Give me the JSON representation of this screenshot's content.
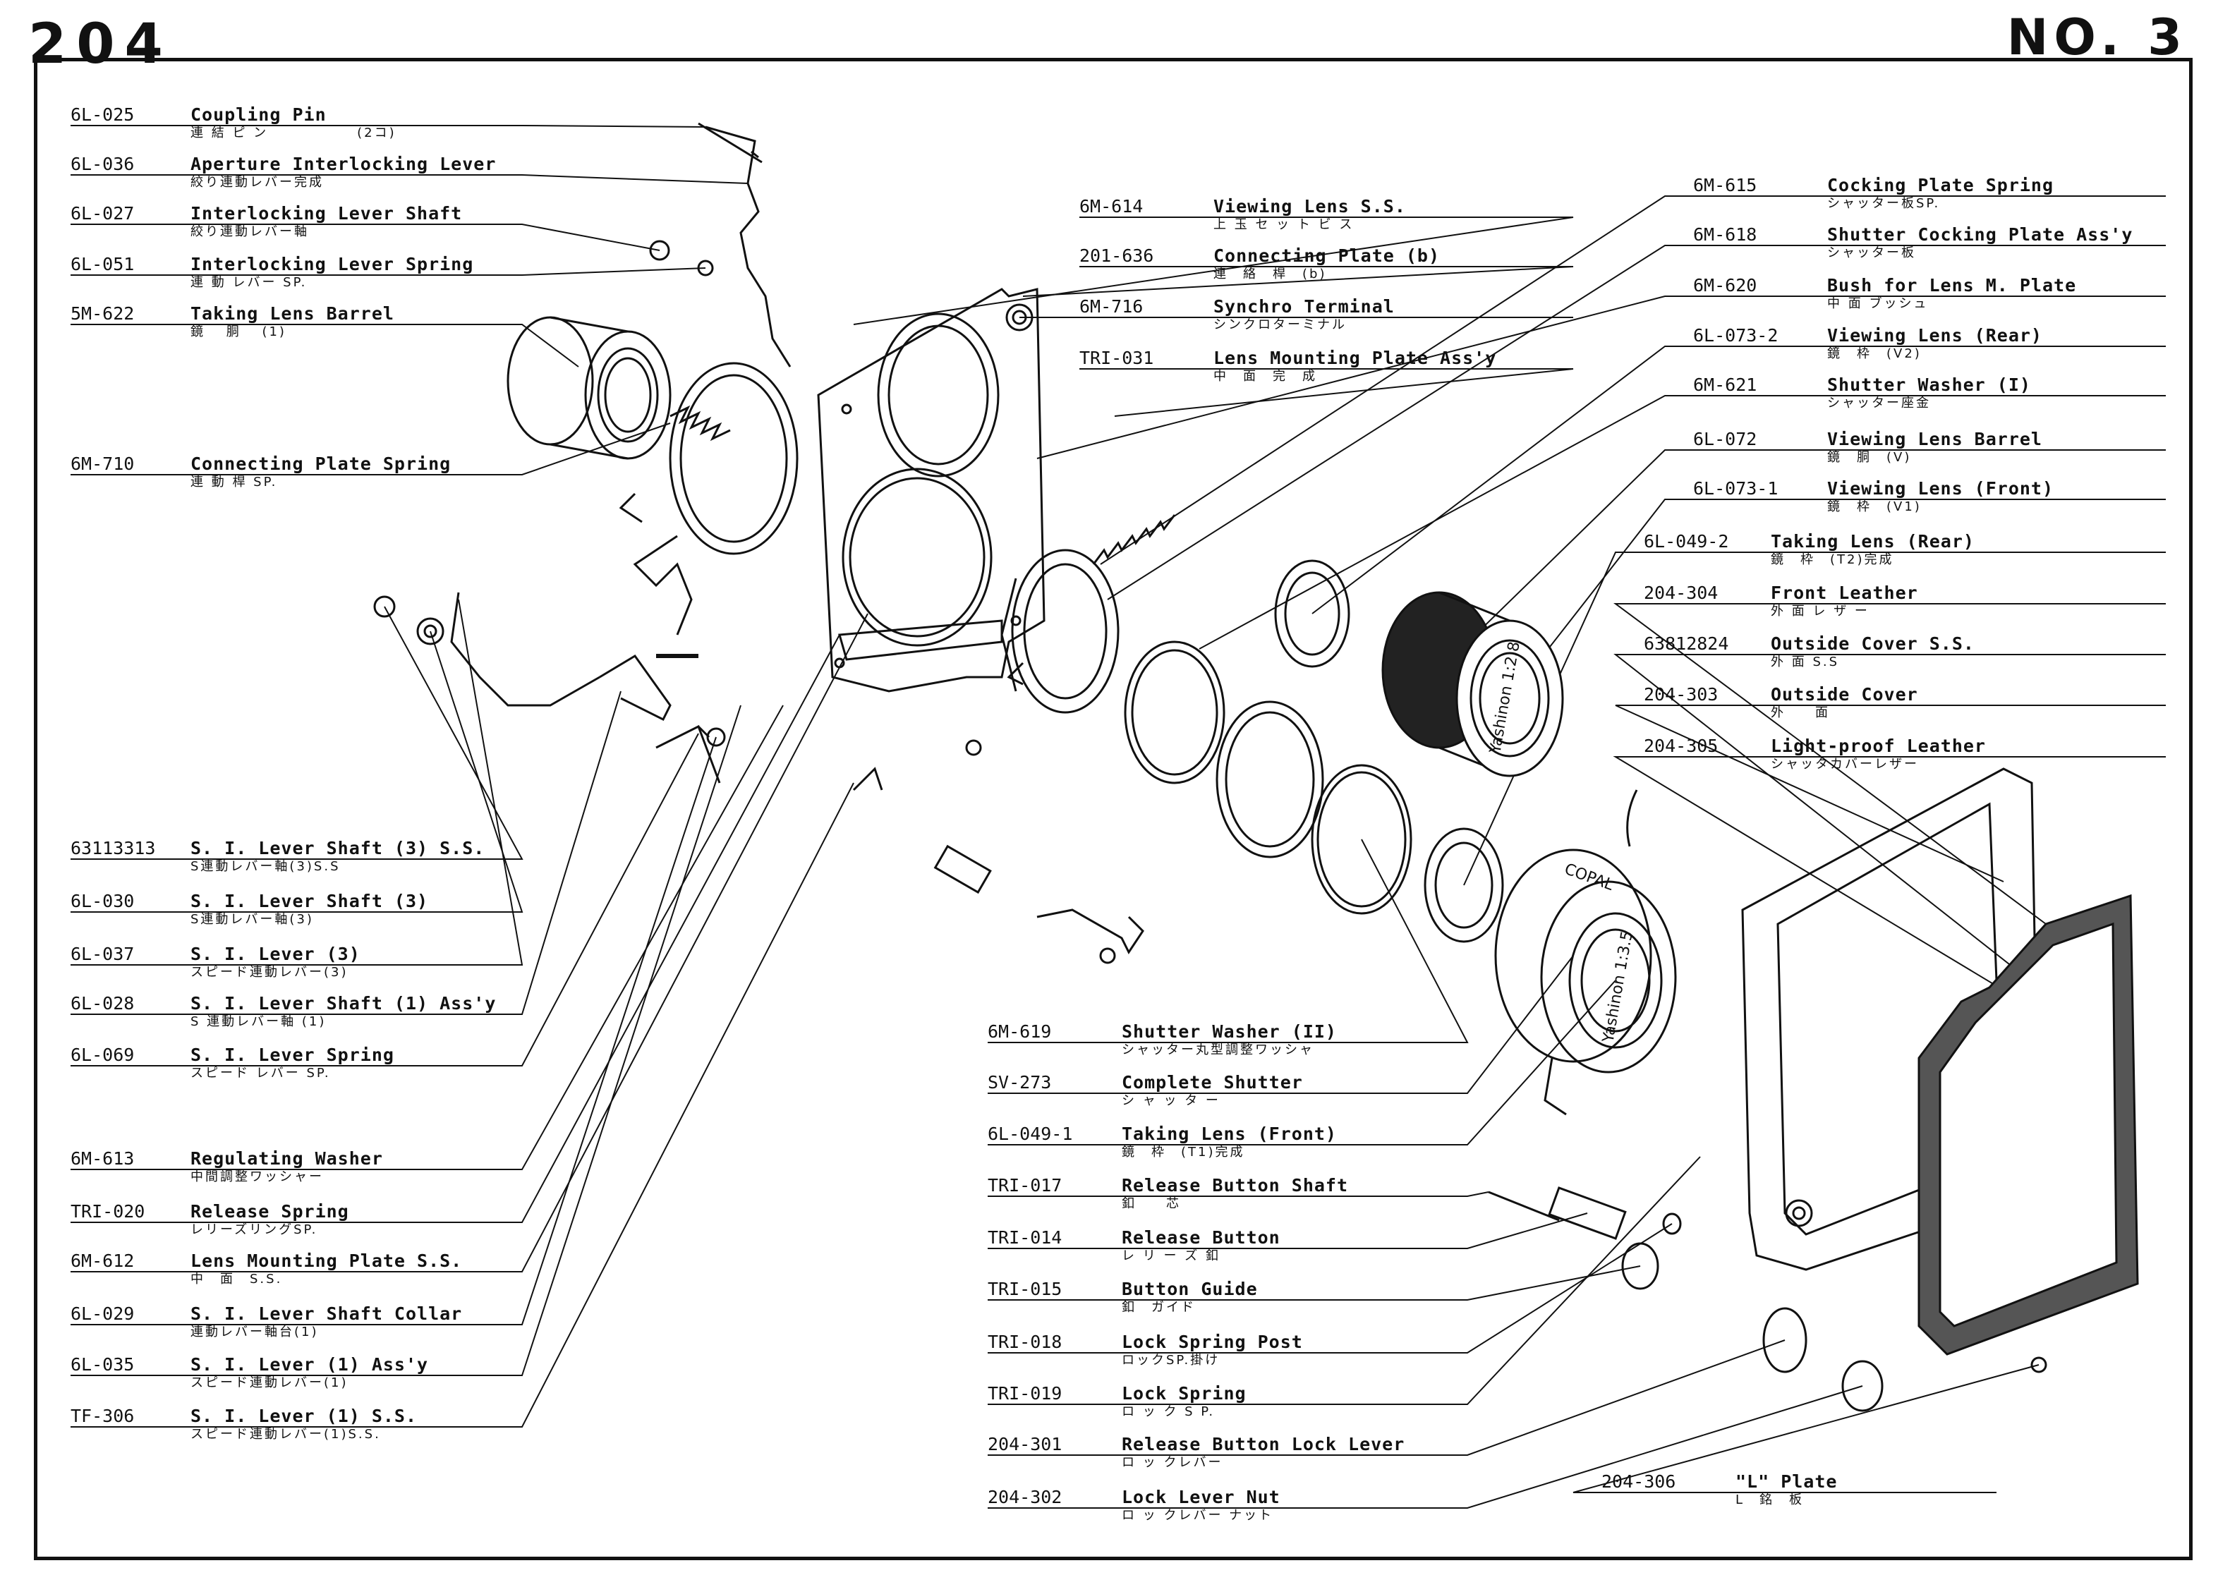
{
  "page": {
    "number": "204",
    "sheet": "NO. 3"
  },
  "parts_left": [
    {
      "code": "6L-025",
      "name": "Coupling Pin",
      "jp": "連 結 ピ ン　　　　　　(2コ)"
    },
    {
      "code": "6L-036",
      "name": "Aperture Interlocking Lever",
      "jp": "絞り連動レバー完成"
    },
    {
      "code": "6L-027",
      "name": "Interlocking Lever Shaft",
      "jp": "絞り連動レバー軸"
    },
    {
      "code": "6L-051",
      "name": "Interlocking Lever Spring",
      "jp": "連 動 レバー SP."
    },
    {
      "code": "5M-622",
      "name": "Taking Lens Barrel",
      "jp": "鏡　 胴　 (1)"
    },
    {
      "code": "6M-710",
      "name": "Connecting Plate Spring",
      "jp": "連 動 桿 SP."
    },
    {
      "code": "63113313",
      "name": "S. I. Lever Shaft (3) S.S.",
      "jp": "S連動レバー軸(3)S.S"
    },
    {
      "code": "6L-030",
      "name": "S. I. Lever Shaft (3)",
      "jp": "S連動レバー軸(3)"
    },
    {
      "code": "6L-037",
      "name": "S. I. Lever (3)",
      "jp": "スピード連動レバー(3)"
    },
    {
      "code": "6L-028",
      "name": "S. I. Lever Shaft (1) Ass'y",
      "jp": "S 連動レバー軸 (1)"
    },
    {
      "code": "6L-069",
      "name": "S. I. Lever Spring",
      "jp": "スピード レバー SP."
    },
    {
      "code": "6M-613",
      "name": "Regulating Washer",
      "jp": "中間調整ワッシャー"
    },
    {
      "code": "TRI-020",
      "name": "Release Spring",
      "jp": "レリーズリングSP."
    },
    {
      "code": "6M-612",
      "name": "Lens Mounting Plate S.S.",
      "jp": "中　面　S.S."
    },
    {
      "code": "6L-029",
      "name": "S. I. Lever Shaft Collar",
      "jp": "連動レバー軸台(1)"
    },
    {
      "code": "6L-035",
      "name": "S. I. Lever (1)  Ass'y",
      "jp": "スピード連動レバー(1)"
    },
    {
      "code": "TF-306",
      "name": "S. I. Lever (1) S.S.",
      "jp": "スピード連動レバー(1)S.S."
    }
  ],
  "parts_center": [
    {
      "code": "6M-614",
      "name": "Viewing Lens S.S.",
      "jp": "上 玉 セ ッ ト ビ ス"
    },
    {
      "code": "201-636",
      "name": "Connecting Plate (b)",
      "jp": "連　絡　桿　(b)"
    },
    {
      "code": "6M-716",
      "name": "Synchro Terminal",
      "jp": "シンクロターミナル"
    },
    {
      "code": "TRI-031",
      "name": "Lens Mounting Plate Ass'y",
      "jp": "中　面　完　成"
    }
  ],
  "parts_right": [
    {
      "code": "6M-615",
      "name": "Cocking Plate Spring",
      "jp": "シャッター板SP."
    },
    {
      "code": "6M-618",
      "name": "Shutter Cocking Plate Ass'y",
      "jp": "シャッター板"
    },
    {
      "code": "6M-620",
      "name": "Bush for Lens M. Plate",
      "jp": "中 面 ブッシュ"
    },
    {
      "code": "6L-073-2",
      "name": "Viewing Lens (Rear)",
      "jp": "鏡　枠　(V2)"
    },
    {
      "code": "6M-621",
      "name": "Shutter Washer (I)",
      "jp": "シャッター座金"
    },
    {
      "code": "6L-072",
      "name": "Viewing Lens Barrel",
      "jp": "鏡　胴　(V)"
    },
    {
      "code": "6L-073-1",
      "name": "Viewing Lens (Front)",
      "jp": "鏡　枠　(V1)"
    }
  ],
  "parts_right_lower": [
    {
      "code": "6L-049-2",
      "name": "Taking Lens (Rear)",
      "jp": "鏡　枠　(T2)完成"
    },
    {
      "code": "204-304",
      "name": "Front Leather",
      "jp": "外 面 レ ザ ー"
    },
    {
      "code": "63812824",
      "name": "Outside Cover S.S.",
      "jp": "外 面 S.S"
    },
    {
      "code": "204-303",
      "name": "Outside Cover",
      "jp": "外　　面"
    },
    {
      "code": "204-305",
      "name": "Light-proof Leather",
      "jp": "シャッタカバーレザー"
    }
  ],
  "parts_bottom": [
    {
      "code": "6M-619",
      "name": "Shutter Washer (II)",
      "jp": "シャッター丸型調整ワッシャ"
    },
    {
      "code": "SV-273",
      "name": "Complete Shutter",
      "jp": "シ ャ ッ タ ー"
    },
    {
      "code": "6L-049-1",
      "name": "Taking Lens (Front)",
      "jp": "鏡　枠　(T1)完成"
    },
    {
      "code": "TRI-017",
      "name": "Release Button Shaft",
      "jp": "釦　　芯"
    },
    {
      "code": "TRI-014",
      "name": "Release Button",
      "jp": "レ リ ー ズ 釦"
    },
    {
      "code": "TRI-015",
      "name": "Button Guide",
      "jp": "釦　ガイド"
    },
    {
      "code": "TRI-018",
      "name": "Lock Spring Post",
      "jp": "ロックSP.掛け"
    },
    {
      "code": "TRI-019",
      "name": "Lock Spring",
      "jp": "ロ ッ ク S P."
    },
    {
      "code": "204-301",
      "name": "Release Button Lock Lever",
      "jp": "ロ ッ クレバー"
    },
    {
      "code": "204-302",
      "name": "Lock Lever Nut",
      "jp": "ロ ッ クレバー ナット"
    }
  ],
  "parts_plate": [
    {
      "code": "204-306",
      "name": "\"L\" Plate",
      "jp": "L　銘　板"
    }
  ],
  "lens_markings": {
    "viewing": "Yashinon 1:2.8",
    "taking": "Yashinon 1:3.5",
    "shutter": "COPAL"
  }
}
